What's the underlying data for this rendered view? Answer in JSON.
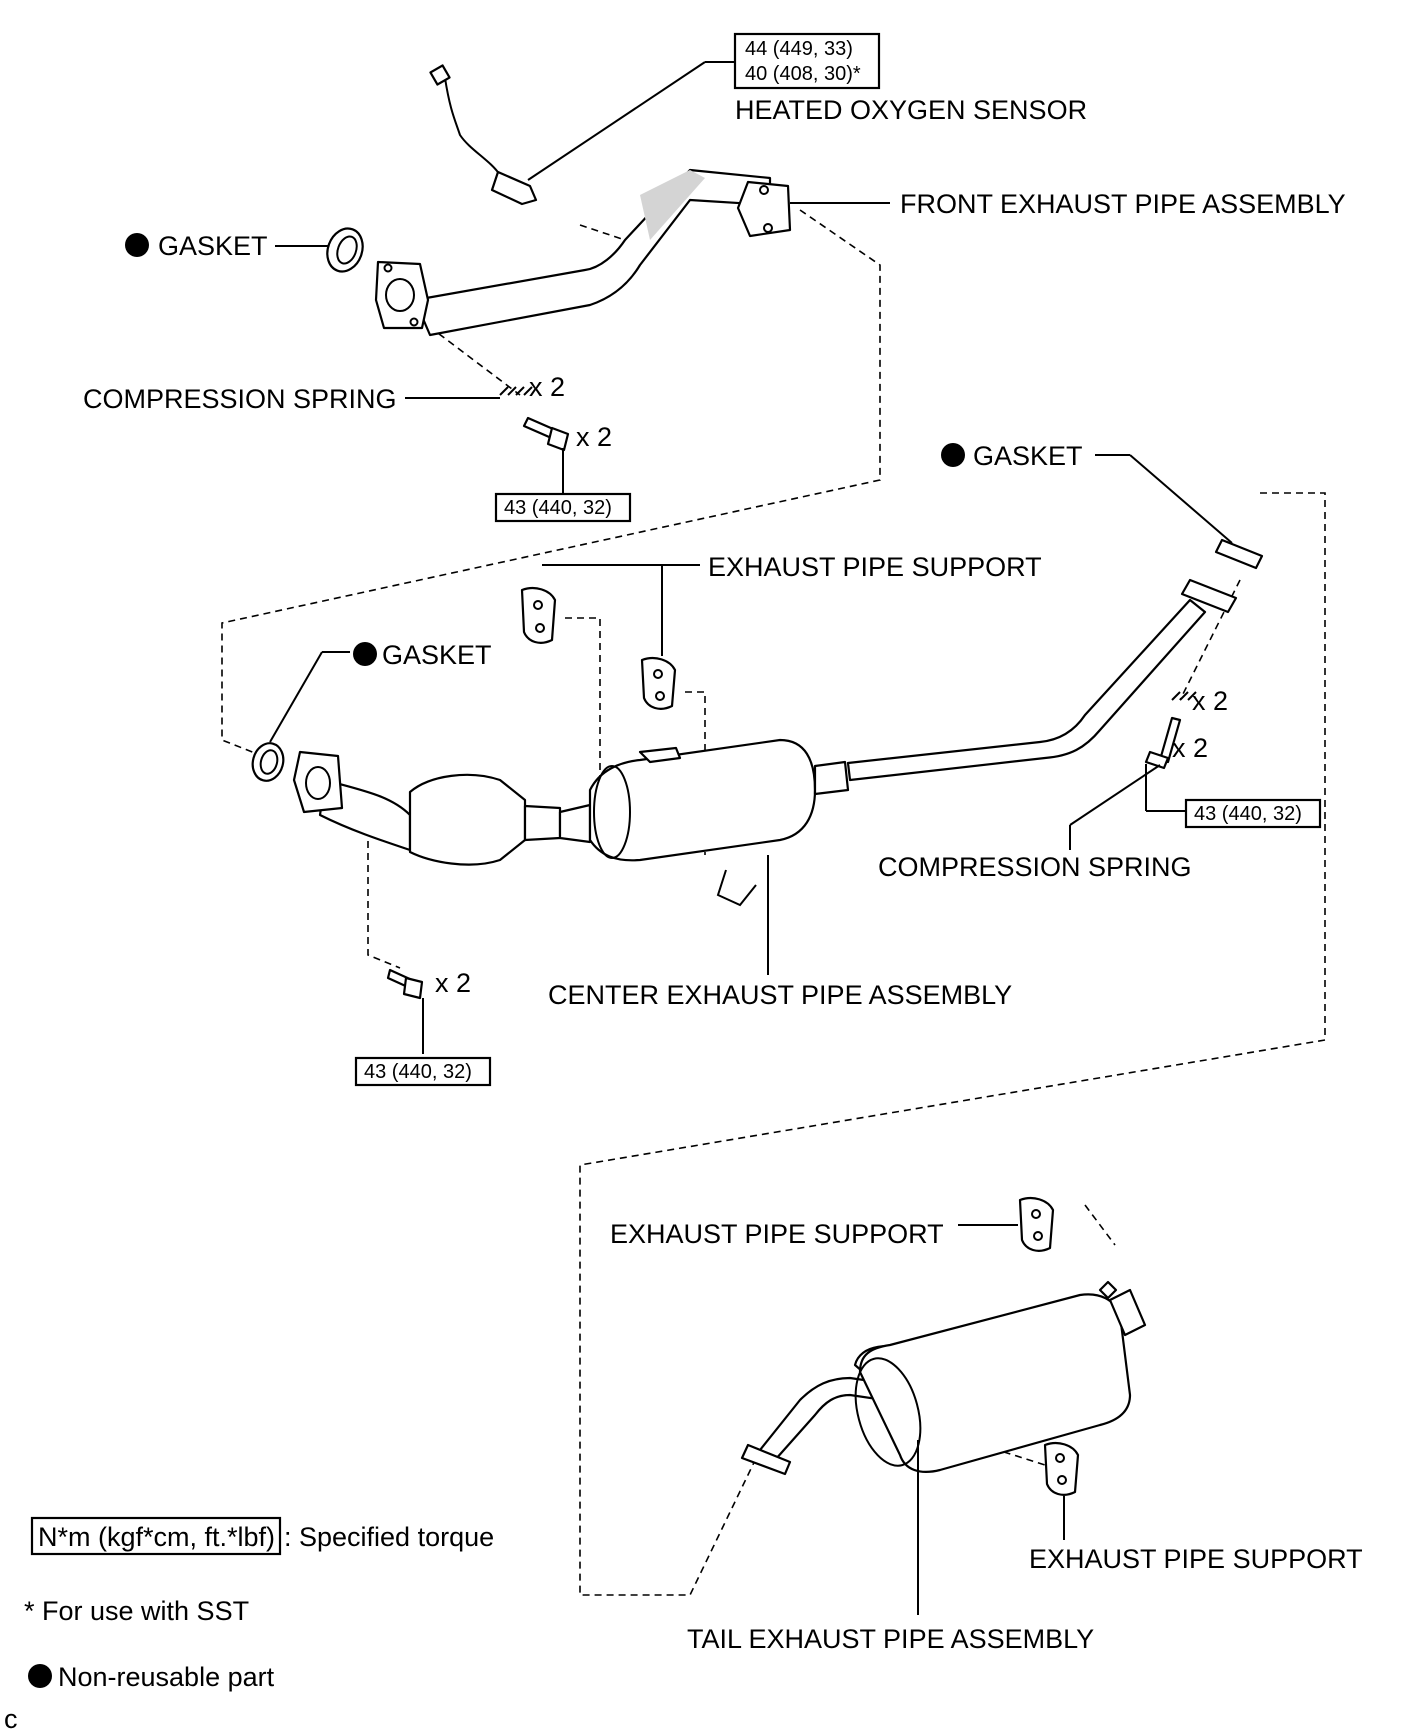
{
  "labels": {
    "heated_oxygen_sensor": "HEATED OXYGEN SENSOR",
    "front_exhaust_pipe_assembly": "FRONT EXHAUST PIPE ASSEMBLY",
    "gasket": "GASKET",
    "compression_spring": "COMPRESSION SPRING",
    "exhaust_pipe_support": "EXHAUST PIPE SUPPORT",
    "center_exhaust_pipe_assembly": "CENTER EXHAUST PIPE ASSEMBLY",
    "tail_exhaust_pipe_assembly": "TAIL EXHAUST PIPE ASSEMBLY"
  },
  "torque": {
    "sensor_line1": "44 (449, 33)",
    "sensor_line2": "40 (408, 30)*",
    "front_bolt": "43 (440, 32)",
    "center_right_bolt": "43 (440, 32)",
    "center_left_bolt": "43 (440, 32)"
  },
  "quantities": {
    "x2": "x 2"
  },
  "legend": {
    "torque_unit": "N*m (kgf*cm, ft.*lbf)",
    "torque_desc": ": Specified torque",
    "sst_note": "* For use with SST",
    "non_reusable": "Non-reusable part"
  },
  "corner_mark": "c",
  "colors": {
    "ink": "#000000",
    "paper": "#ffffff",
    "shade": "#d4d4d4"
  }
}
